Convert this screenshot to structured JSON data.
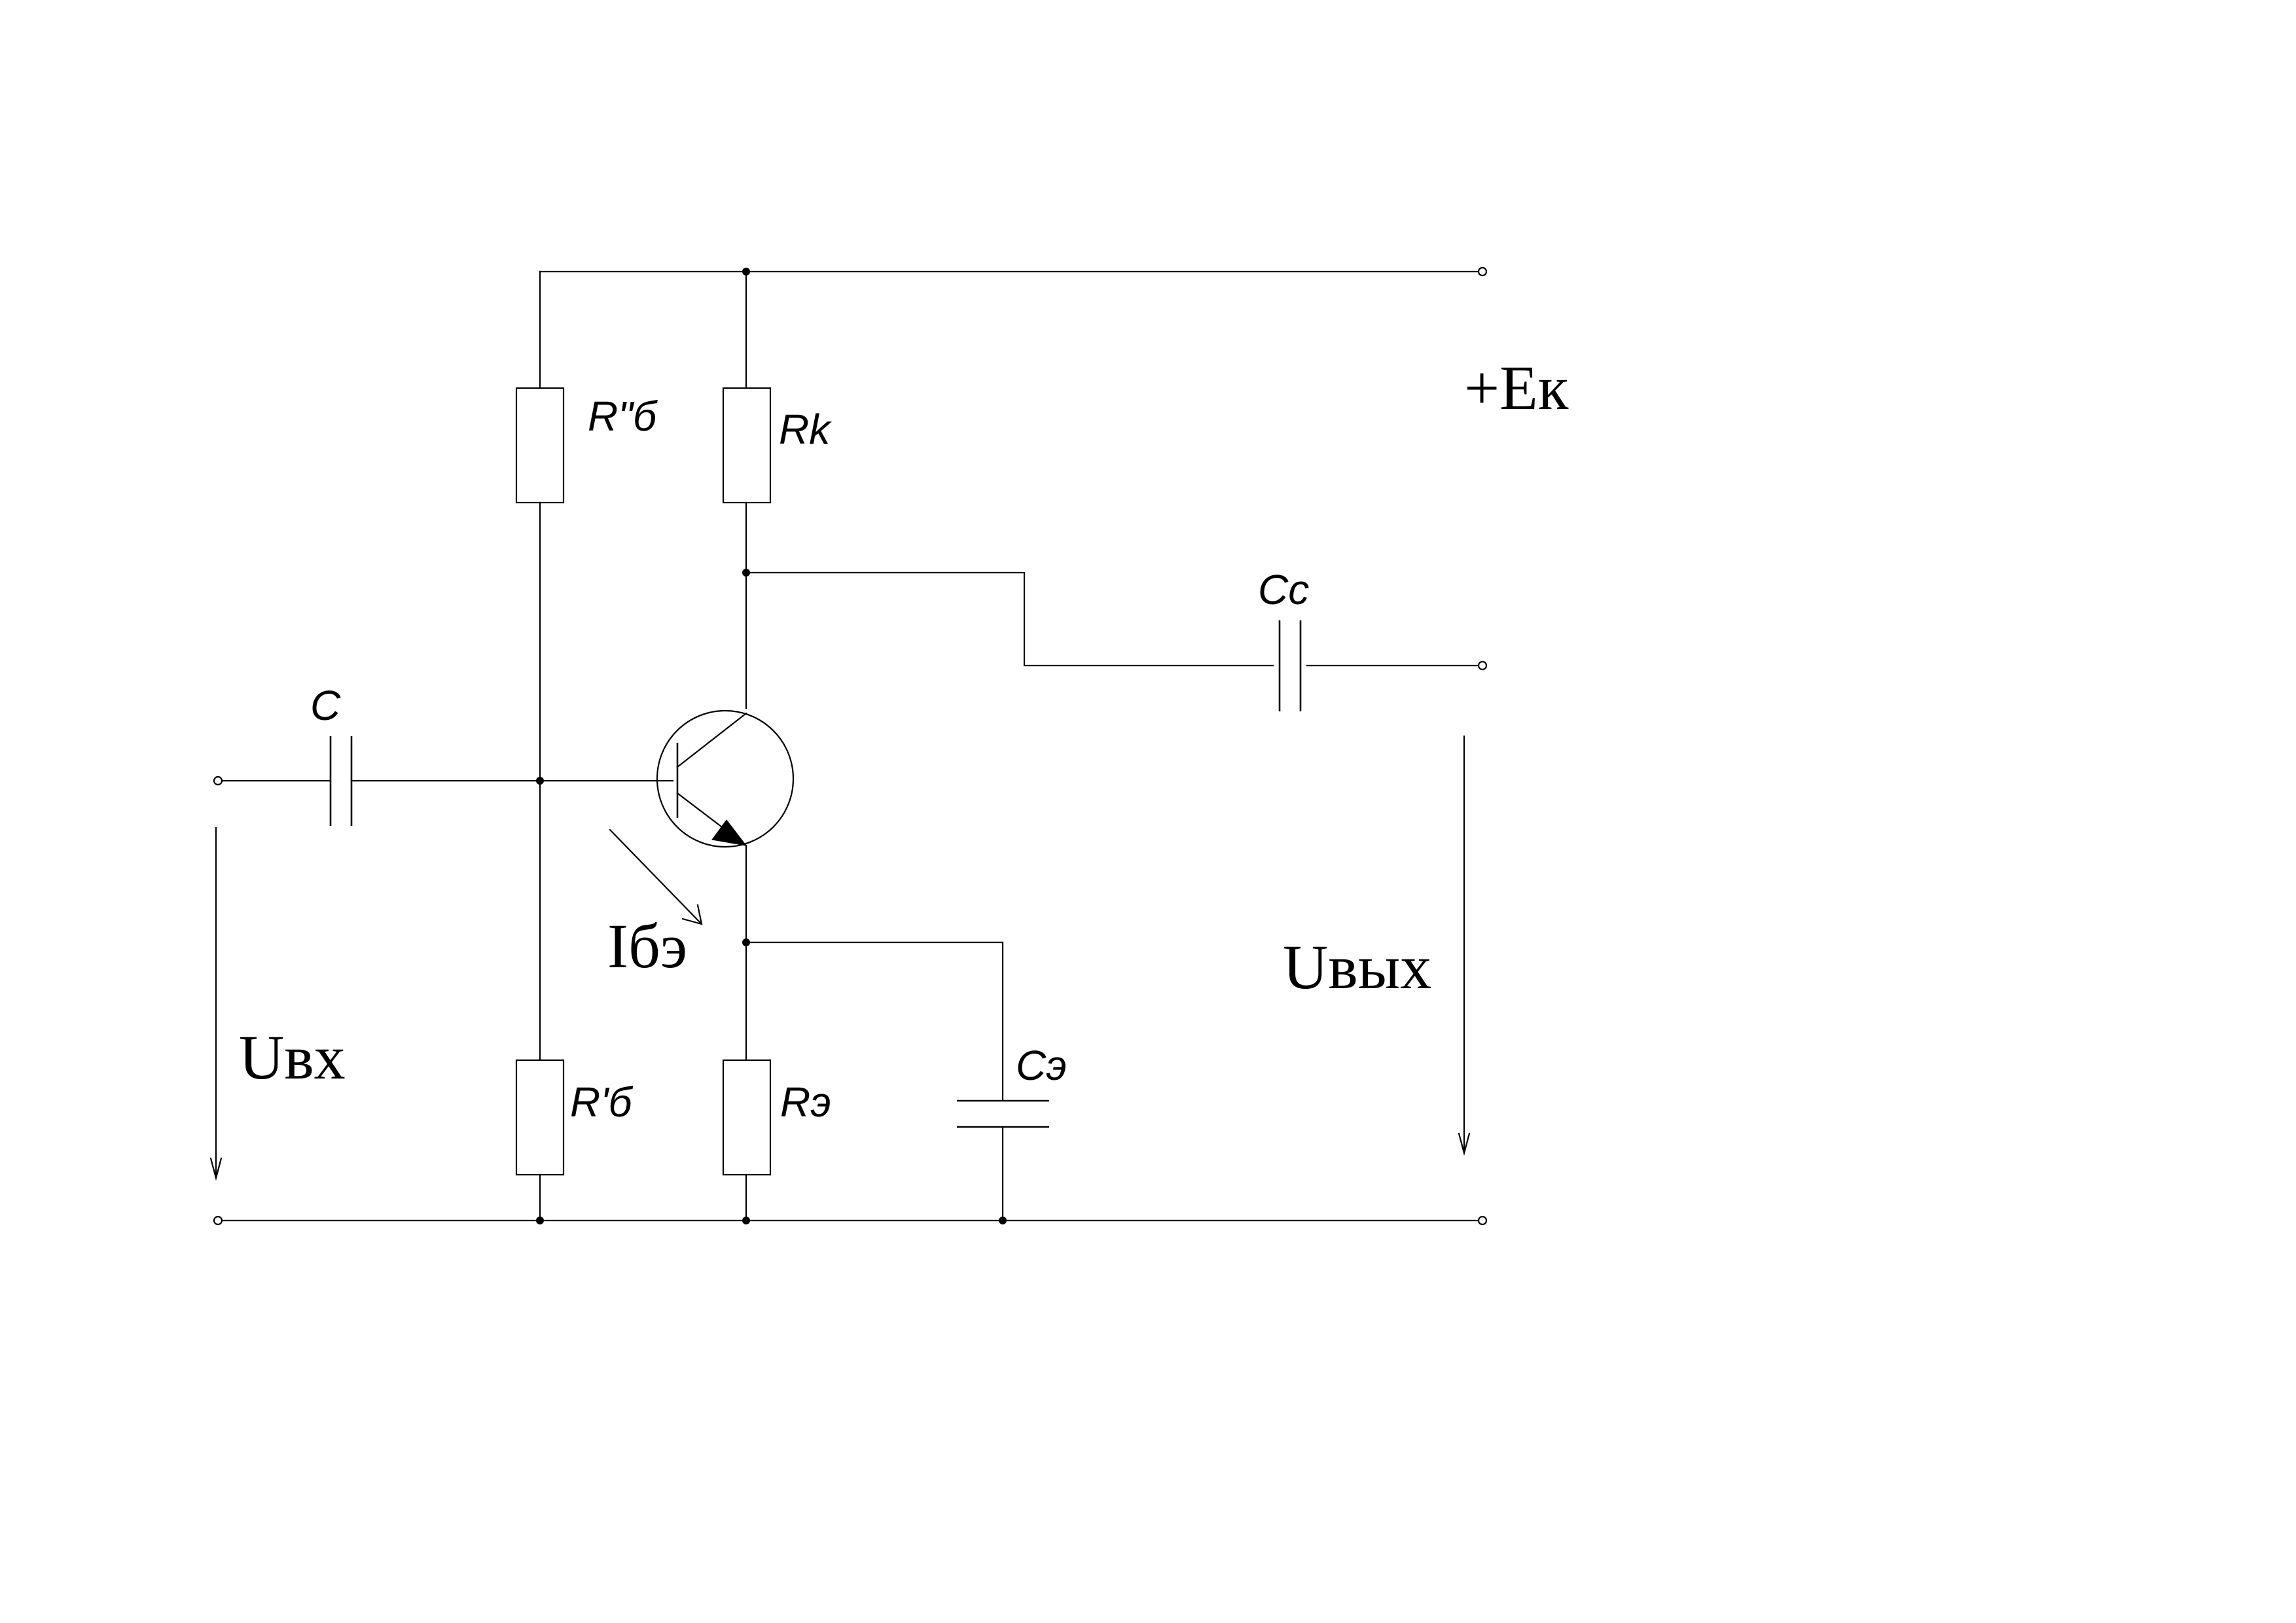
{
  "diagram": {
    "type": "circuit-schematic",
    "components": {
      "resistor_base_upper": {
        "label": "R\"б"
      },
      "resistor_collector": {
        "label": "Rk"
      },
      "resistor_base_lower": {
        "label": "R'б"
      },
      "resistor_emitter": {
        "label": "Rэ"
      },
      "capacitor_input": {
        "label": "C"
      },
      "capacitor_coupling_output": {
        "label": "Cc"
      },
      "capacitor_emitter_bypass": {
        "label": "Cэ"
      },
      "transistor": {
        "type": "NPN bipolar transistor",
        "label": ""
      }
    },
    "labels": {
      "supply": "+Eк",
      "input_voltage": "Uвх",
      "output_voltage": "Uвых",
      "base_emitter_current": "Iбэ"
    },
    "colors": {
      "stroke": "#000000",
      "background": "#ffffff"
    }
  }
}
